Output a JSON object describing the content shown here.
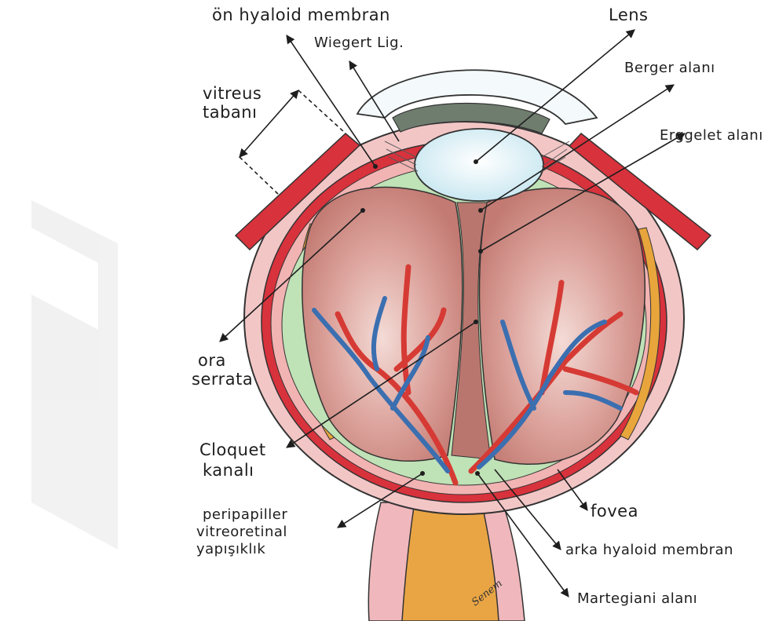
{
  "labels": {
    "on_hyaloid": "ön hyaloid membran",
    "wiegert": "Wiegert Lig.",
    "lens": "Lens",
    "berger": "Berger alanı",
    "erggelet": "Erggelet alanı",
    "vitreus_line1": "vitreus",
    "vitreus_line2": "tabanı",
    "ora_line1": "ora",
    "ora_line2": "serrata",
    "cloquet_line1": "Cloquet",
    "cloquet_line2": "kanalı",
    "peri_line1": "peripapiller",
    "peri_line2": "vitreoretinal",
    "peri_line3": "yapışıklık",
    "fovea": "fovea",
    "arka_hyaloid": "arka hyaloid membran",
    "martegiani": "Martegiani alanı"
  },
  "signature": "Senem",
  "colors": {
    "sclera": "#f3c3c3",
    "choroid": "#d8323c",
    "retina_gold": "#e8a53c",
    "vitreous": "#c98580",
    "lens": "#dff2f7",
    "green_zone": "#b8dfb0",
    "optic_nerve": "#e9a544",
    "artery": "#d63a34",
    "vein": "#3b6fb0"
  }
}
